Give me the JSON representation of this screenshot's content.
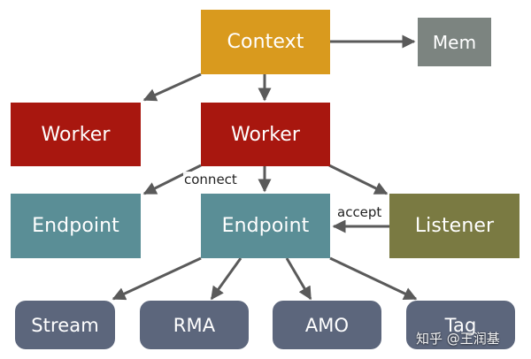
{
  "colors": {
    "context": "#D99A1E",
    "mem": "#7C8480",
    "worker": "#A8170F",
    "endpoint": "#5A8E96",
    "listener": "#7A7A42",
    "leaf": "#5C667C",
    "arrow": "#5A5A5A"
  },
  "nodes": {
    "context": "Context",
    "mem": "Mem",
    "worker_left": "Worker",
    "worker_center": "Worker",
    "endpoint_left": "Endpoint",
    "endpoint_center": "Endpoint",
    "listener": "Listener",
    "stream": "Stream",
    "rma": "RMA",
    "amo": "AMO",
    "tag": "Tag"
  },
  "edge_labels": {
    "connect": "connect",
    "accept": "accept"
  },
  "watermark": "知乎 @王润基"
}
